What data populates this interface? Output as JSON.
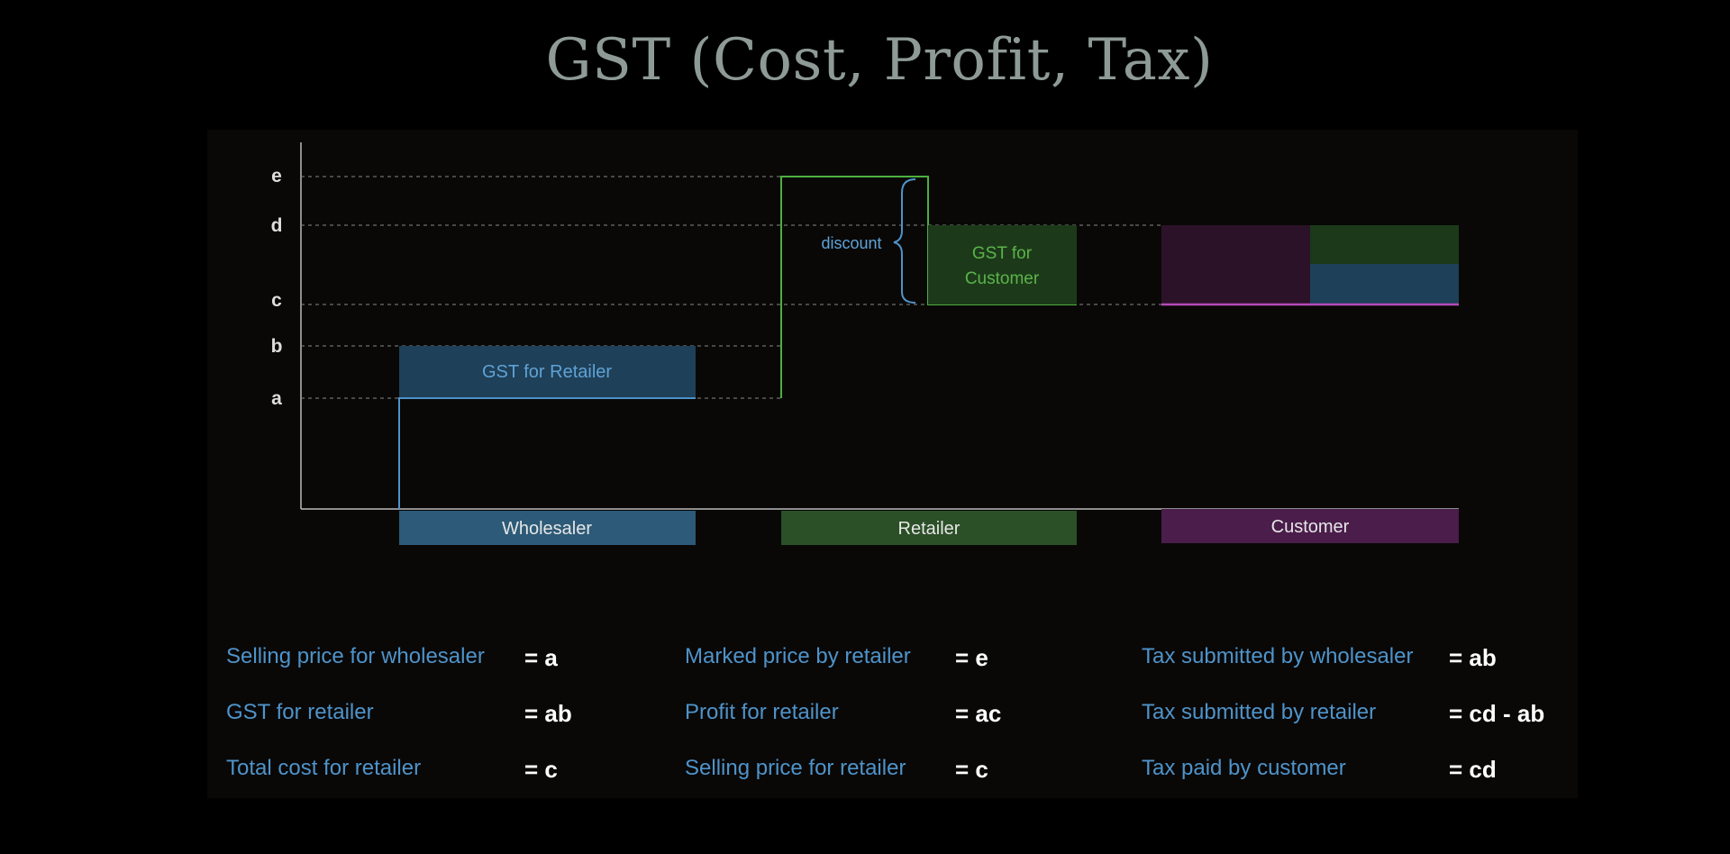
{
  "title": "GST (Cost, Profit, Tax)",
  "levels": [
    "e",
    "d",
    "c",
    "b",
    "a"
  ],
  "labels": {
    "gst_retailer": "GST for Retailer",
    "gst_customer_line1": "GST for",
    "gst_customer_line2": "Customer",
    "discount": "discount"
  },
  "parties": {
    "wholesaler": "Wholesaler",
    "retailer": "Retailer",
    "customer": "Customer"
  },
  "colors": {
    "blue": "#2c5a78",
    "green": "#2b4f27",
    "purple": "#4a1d4b",
    "text_blue": "#4f93c9"
  },
  "formulas": [
    [
      {
        "label": "Selling price for wholesaler",
        "value": "= a"
      },
      {
        "label": "GST for retailer",
        "value": "= ab"
      },
      {
        "label": "Total cost for retailer",
        "value": "= c"
      }
    ],
    [
      {
        "label": "Marked price by retailer",
        "value": "= e"
      },
      {
        "label": "Profit for retailer",
        "value": "= ac"
      },
      {
        "label": "Selling price for retailer",
        "value": "= c"
      }
    ],
    [
      {
        "label": "Tax submitted by wholesaler",
        "value": "= ab"
      },
      {
        "label": "Tax submitted by retailer",
        "value": "= cd - ab"
      },
      {
        "label": "Tax paid by customer",
        "value": "= cd"
      }
    ]
  ]
}
